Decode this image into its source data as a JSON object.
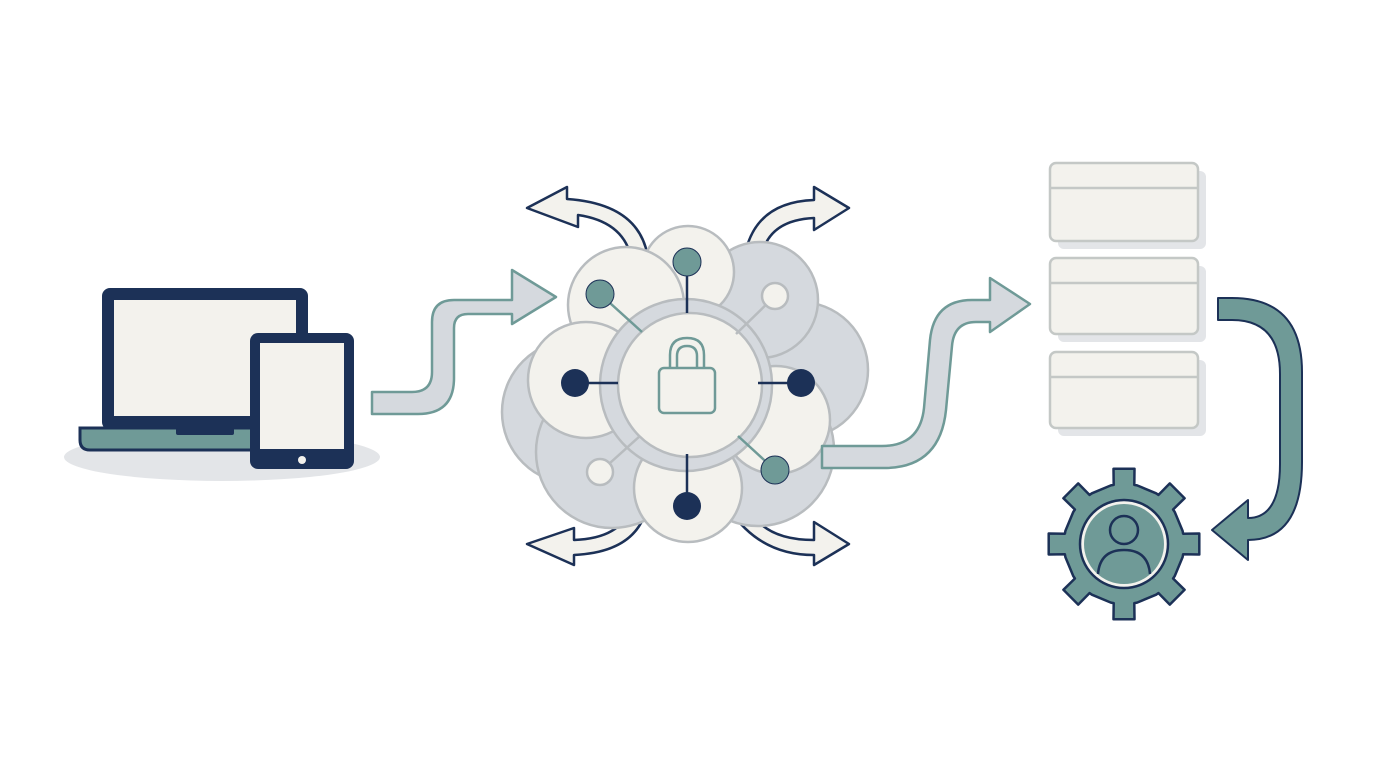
{
  "diagram": {
    "nodes": [
      {
        "id": "devices",
        "icon": "laptop-tablet-icon"
      },
      {
        "id": "cloud",
        "icon": "cloud-lock-icon"
      },
      {
        "id": "storage",
        "icon": "stacked-records-icon"
      },
      {
        "id": "user-admin",
        "icon": "gear-user-icon"
      }
    ],
    "edges": [
      {
        "from": "devices",
        "to": "cloud"
      },
      {
        "from": "cloud",
        "to": "storage"
      },
      {
        "from": "storage",
        "to": "user-admin"
      }
    ]
  },
  "colors": {
    "navy": "#1c3157",
    "teal": "#6f9a97",
    "light": "#f3f2ed",
    "gray": "#d5d9de",
    "outline": "#b8bcbf",
    "shadow": "#e3e5e8"
  }
}
